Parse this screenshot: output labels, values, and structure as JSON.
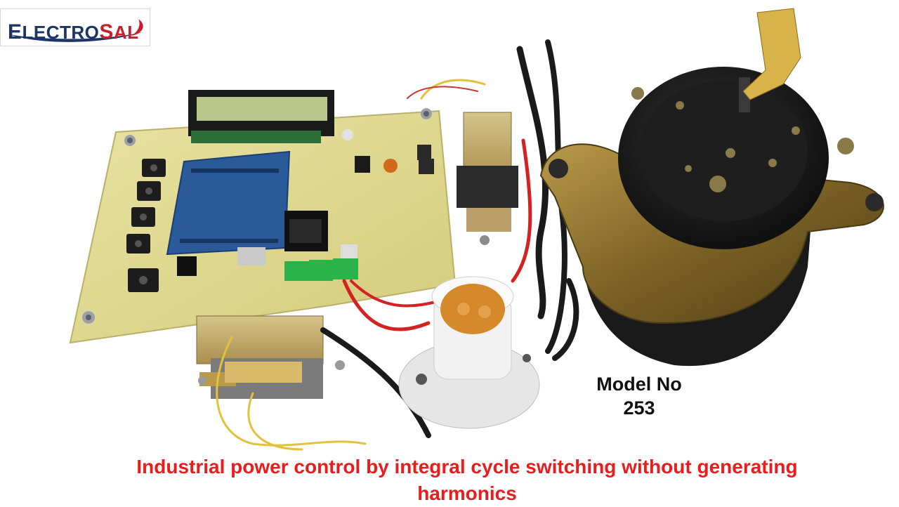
{
  "logo": {
    "prefix": "E",
    "middle": "LECTRO",
    "accent_initial": "S",
    "accent_rest": "AL",
    "colors": {
      "primary": "#1c3566",
      "accent": "#c8202a"
    }
  },
  "model": {
    "line1": "Model No",
    "line2": "253"
  },
  "caption": {
    "line1": "Industrial power control by integral cycle switching without generating",
    "line2": "harmonics",
    "color": "#ea1c1c"
  }
}
